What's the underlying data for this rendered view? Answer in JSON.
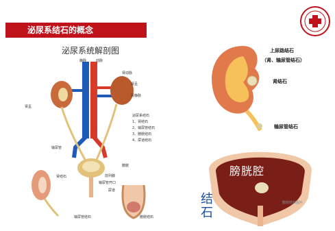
{
  "slide": {
    "title": "泌尿系结石的概念",
    "subtitle": "泌尿系统解剖图"
  },
  "anatomy": {
    "labels": {
      "vein": "静脉",
      "artery": "动脉",
      "renal_artery": "肾动脉",
      "renal_pelvis": "肾盂",
      "renal_vein": "肾静脉",
      "kidney": "肾盂",
      "ureter": "输尿管",
      "bladder": "膀胱",
      "prostate": "前列腺",
      "urethra_opening": "输尿管开口",
      "urethra": "尿道",
      "kidney_stone": "肾结石",
      "ureter_stone": "输尿管结石",
      "bladder_stone_label": "膀胱结石"
    },
    "legend": [
      "泌尿系结石",
      "1、肾结石",
      "2、输尿管结石",
      "3、膀胱结石",
      "4、尿道结石"
    ]
  },
  "right_panel": {
    "upper_tract_label": "上尿路结石",
    "upper_tract_sub": "（肾、输尿管结石）",
    "kidney_stone": "肾结石",
    "ureter_stone": "输尿管结石",
    "bladder_cavity": "膀胱腔",
    "stone_char_1": "结",
    "stone_char_2": "石",
    "watermark": "膀胱结石图片"
  },
  "colors": {
    "title_bg": "#c0121b",
    "vein_blue": "#1d5bb8",
    "artery_red": "#d83a2a",
    "kidney_brown": "#b85a2c",
    "bladder_tan": "#e2c27a",
    "stone_text": "#1a4fa3"
  }
}
